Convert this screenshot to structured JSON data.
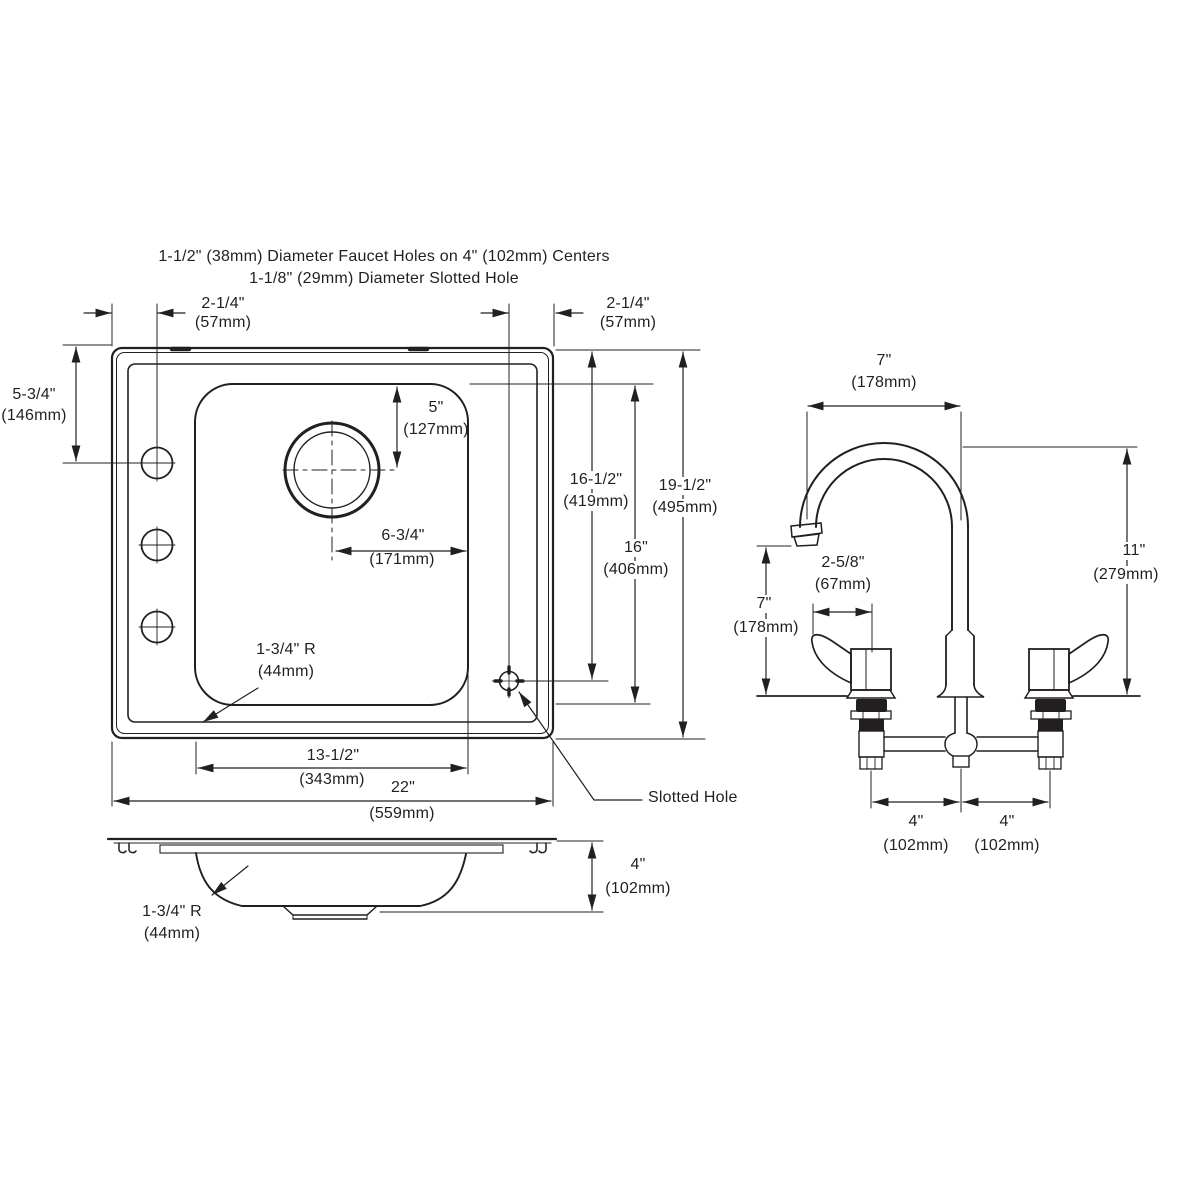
{
  "title_notes": {
    "line1": "1-1/2\" (38mm) Diameter Faucet Holes on 4\" (102mm) Centers",
    "line2": "1-1/8\" (29mm) Diameter Slotted Hole"
  },
  "plan_view": {
    "left_faucet_offset": {
      "in": "2-1/4\"",
      "mm": "(57mm)"
    },
    "right_slot_offset": {
      "in": "2-1/4\"",
      "mm": "(57mm)"
    },
    "first_hole_down": {
      "in": "5-3/4\"",
      "mm": "(146mm)"
    },
    "drain_from_top": {
      "in": "5\"",
      "mm": "(127mm)"
    },
    "drain_from_right": {
      "in": "6-3/4\"",
      "mm": "(171mm)"
    },
    "corner_radius": {
      "in": "1-3/4\" R",
      "mm": "(44mm)"
    },
    "slot_from_top": {
      "in": "16-1/2\"",
      "mm": "(419mm)"
    },
    "overall_depth": {
      "in": "19-1/2\"",
      "mm": "(495mm)"
    },
    "bowl_length": {
      "in": "16\"",
      "mm": "(406mm)"
    },
    "bowl_width": {
      "in": "13-1/2\"",
      "mm": "(343mm)"
    },
    "overall_width": {
      "in": "22\"",
      "mm": "(559mm)"
    },
    "slotted_hole_label": "Slotted Hole"
  },
  "side_view": {
    "corner_radius": {
      "in": "1-3/4\" R",
      "mm": "(44mm)"
    },
    "bowl_depth": {
      "in": "4\"",
      "mm": "(102mm)"
    }
  },
  "faucet_view": {
    "spout_reach": {
      "in": "7\"",
      "mm": "(178mm)"
    },
    "spout_height": {
      "in": "11\"",
      "mm": "(279mm)"
    },
    "handle_length": {
      "in": "2-5/8\"",
      "mm": "(67mm)"
    },
    "spout_clearance": {
      "in": "7\"",
      "mm": "(178mm)"
    },
    "left_hole_spacing": {
      "in": "4\"",
      "mm": "(102mm)"
    },
    "right_hole_spacing": {
      "in": "4\"",
      "mm": "(102mm)"
    }
  },
  "colors": {
    "line": "#231f20",
    "background": "#ffffff"
  }
}
